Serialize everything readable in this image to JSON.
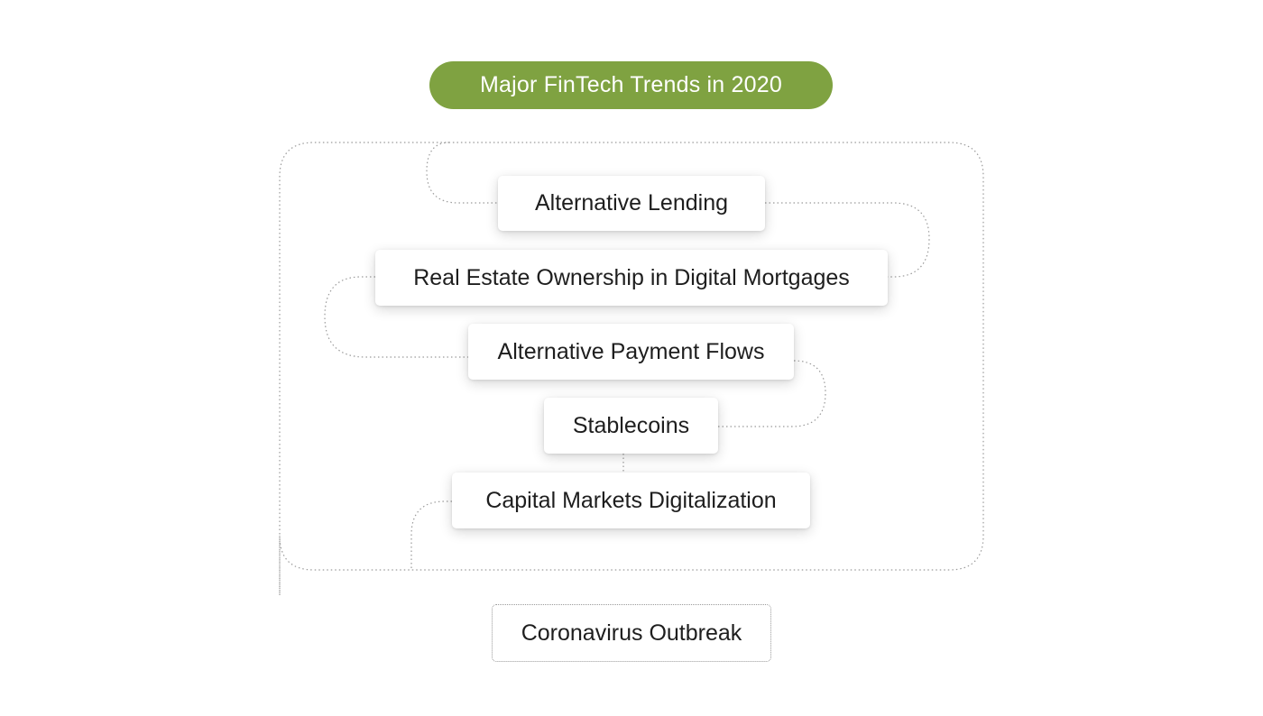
{
  "title": "Major FinTech Trends in 2020",
  "trends": [
    "Alternative Lending",
    "Real Estate Ownership in Digital Mortgages",
    "Alternative Payment Flows",
    "Stablecoins",
    "Capital Markets Digitalization"
  ],
  "outbreak": "Coronavirus Outbreak",
  "colors": {
    "title_fill": "#7fa241",
    "title_text": "#ffffff",
    "connector": "#9a9a9a",
    "text": "#1e1e1e"
  }
}
